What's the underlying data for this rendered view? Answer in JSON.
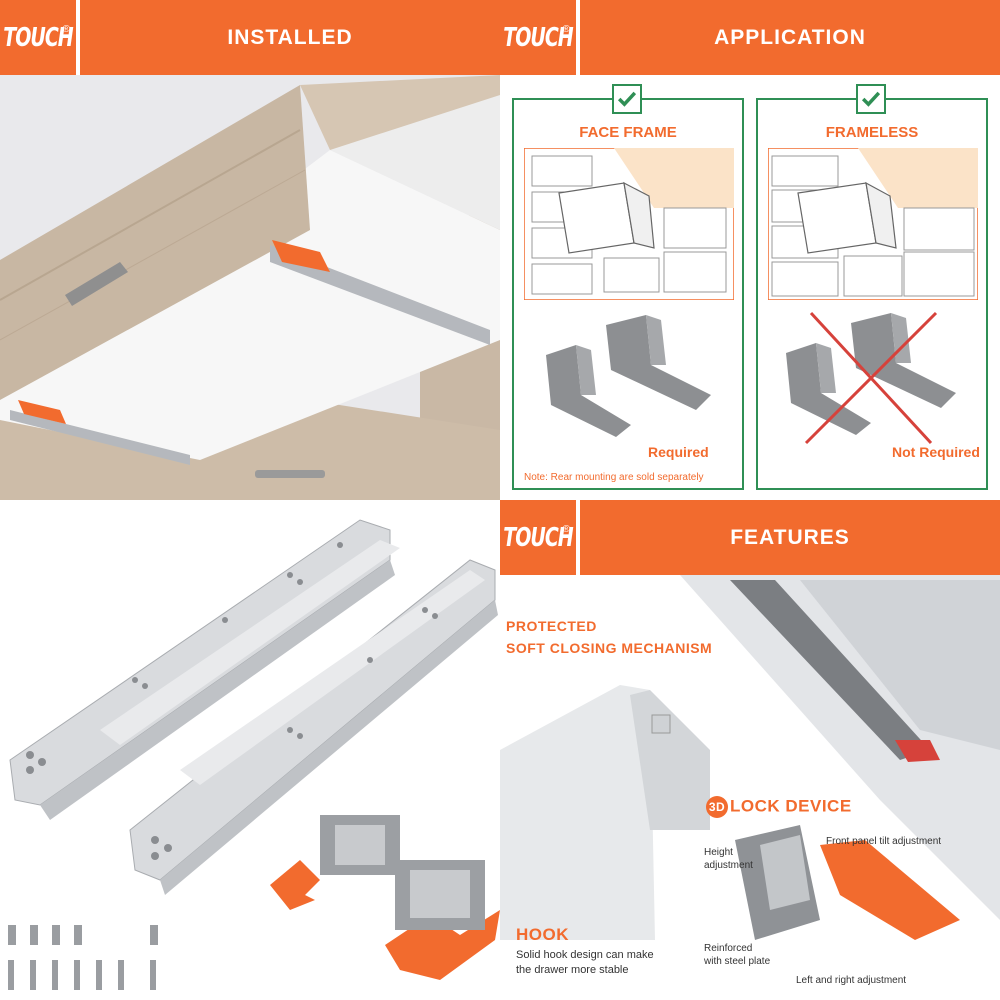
{
  "brand": {
    "logo": "TOUCH",
    "registered": "®",
    "accent": "#f26b2e",
    "green": "#2f8f55"
  },
  "installed": {
    "title": "INSTALLED"
  },
  "application": {
    "title": "APPLICATION",
    "face_frame": {
      "heading": "FACE FRAME",
      "status": "Required",
      "note": "Note: Rear mounting are sold separately"
    },
    "frameless": {
      "heading": "FRAMELESS",
      "status": "Not Required"
    }
  },
  "features": {
    "title": "FEATURES",
    "mechanism": {
      "line1": "PROTECTED",
      "line2": "SOFT CLOSING MECHANISM"
    },
    "lock": {
      "badge": "3D",
      "label": "LOCK DEVICE"
    },
    "hook": {
      "title": "HOOK",
      "line1": "Solid hook design can make",
      "line2": "the drawer more stable"
    },
    "adjustments": {
      "height_1": "Height",
      "height_2": "adjustment",
      "tilt": "Front panel tilt adjustment",
      "reinforced_1": "Reinforced",
      "reinforced_2": "with steel plate",
      "left_right": "Left and right adjustment"
    }
  }
}
